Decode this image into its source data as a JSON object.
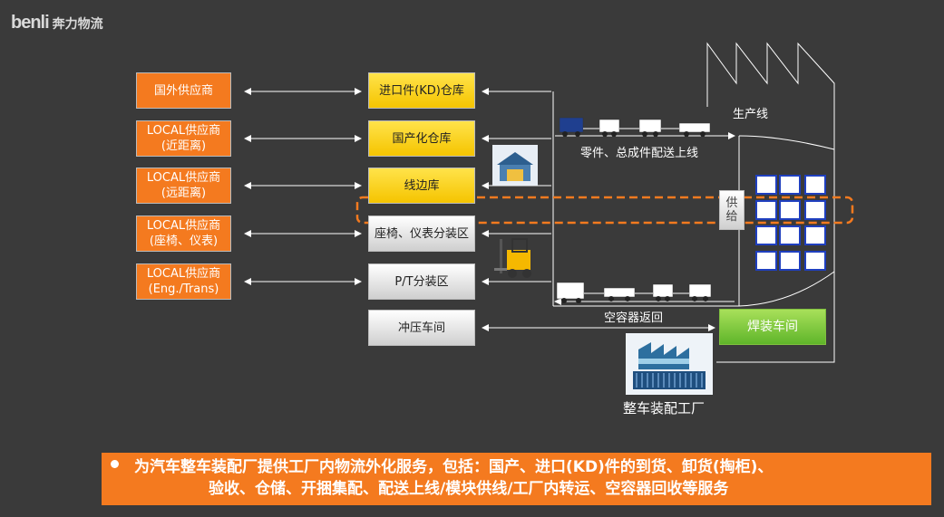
{
  "logo": {
    "brand": "benli",
    "cn": "奔力物流"
  },
  "suppliers": [
    "国外供应商",
    "LOCAL供应商\n(近距离)",
    "LOCAL供应商\n(远距离)",
    "LOCAL供应商\n(座椅、仪表)",
    "LOCAL供应商\n(Eng./Trans)"
  ],
  "warehouses": [
    "进口件(KD)仓库",
    "国产化仓库",
    "线边库",
    "座椅、仪表分装区",
    "P/T分装区",
    "冲压车间"
  ],
  "labels": {
    "production_line": "生产线",
    "parts_delivery": "零件、总成件配送上线",
    "container_return": "空容器返回",
    "supply": "供\n给",
    "welding": "焊装车间",
    "factory": "整车装配工厂"
  },
  "banner": {
    "line1": "为汽车整车装配厂提供工厂内物流外化服务，包括：国产、进口(KD)件的到货、卸货(掏柜)、",
    "line2": "验收、仓储、开捆集配、配送上线/模块供线/工厂内转运、空容器回收等服务"
  },
  "colors": {
    "orange": "#f47a1f",
    "yellow": "#f5c400",
    "green": "#5fb52a",
    "background": "#3a3a3a"
  },
  "icons": [
    "warehouse-icon",
    "forklift-icon",
    "truck-train-icon",
    "factory-icon",
    "rack-icon"
  ]
}
